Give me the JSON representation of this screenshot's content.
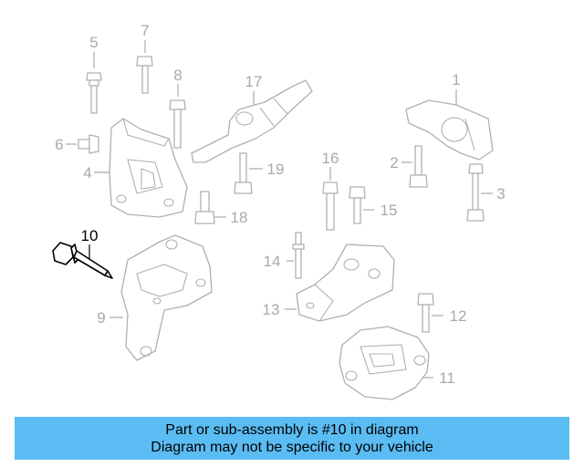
{
  "callouts": {
    "c1": "1",
    "c2": "2",
    "c3": "3",
    "c4": "4",
    "c5": "5",
    "c6": "6",
    "c7": "7",
    "c8": "8",
    "c9": "9",
    "c10": "10",
    "c11": "11",
    "c12": "12",
    "c13": "13",
    "c14": "14",
    "c15": "15",
    "c16": "16",
    "c17": "17",
    "c18": "18",
    "c19": "19"
  },
  "highlighted_part": "10",
  "colors": {
    "banner": "#5bbcf3",
    "highlight": "#000000",
    "parts": "#b0b0b0"
  },
  "banner": {
    "line1": "Part or sub-assembly is #10 in diagram",
    "line2": "Diagram may not be specific to your vehicle"
  }
}
